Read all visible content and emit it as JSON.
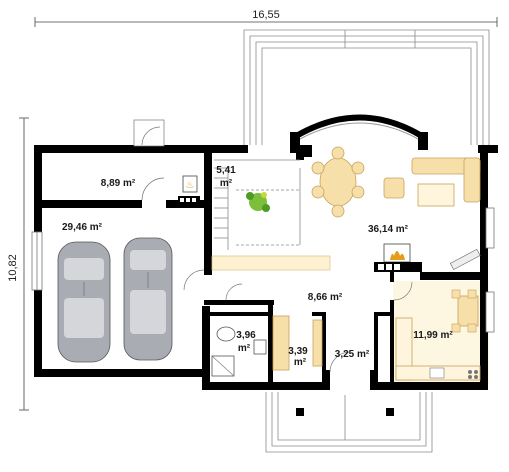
{
  "dimensions": {
    "width": "16,55",
    "height": "10,82"
  },
  "rooms": [
    {
      "id": "utility",
      "area": "8,89 m²"
    },
    {
      "id": "garage",
      "area": "29,46 m²"
    },
    {
      "id": "stair-hall",
      "area": "5,41",
      "unit": "m²"
    },
    {
      "id": "living",
      "area": "36,14 m²"
    },
    {
      "id": "hall",
      "area": "8,66 m²"
    },
    {
      "id": "kitchen",
      "area": "11,99 m²"
    },
    {
      "id": "bathroom",
      "area": "3,96",
      "unit": "m²"
    },
    {
      "id": "wardrobe",
      "area": "3,39",
      "unit": "m²"
    },
    {
      "id": "vestibule",
      "area": "3,25 m²"
    }
  ],
  "colors": {
    "wall": "#000000",
    "kitchen_floor": "#fdf6e0",
    "furniture": "#f6dfa8",
    "furniture_stroke": "#c9a25c",
    "car": "#a9acb2",
    "fireplace": "#e89a1a",
    "terrace_line": "#8a8a8a"
  }
}
